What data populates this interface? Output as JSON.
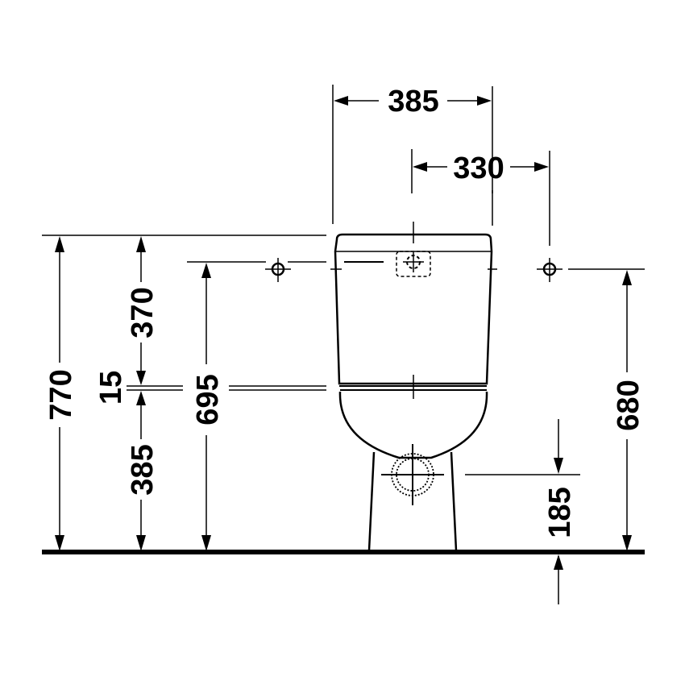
{
  "drawing": {
    "subject": "Close-coupled toilet front elevation",
    "units": "mm",
    "colors": {
      "line": "#000000",
      "background": "#ffffff"
    }
  },
  "dimensions": {
    "tank_width": "385",
    "fixing_holes_spacing": "330",
    "total_height": "770",
    "tank_height": "370",
    "gap": "15",
    "bowl_height": "385",
    "tank_fixing_height": "695",
    "wall_fixing_height": "680",
    "outlet_height": "185"
  }
}
